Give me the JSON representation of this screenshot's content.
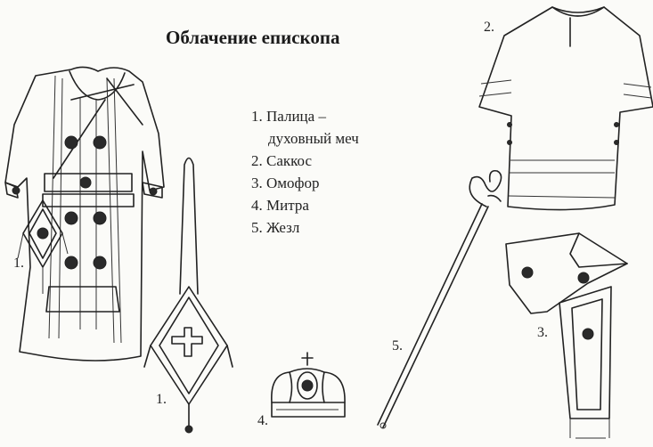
{
  "title": "Облачение епископа",
  "legend": {
    "items": [
      "1. Палица –",
      "духовный меч",
      "2. Саккос",
      "3. Омофор",
      "4. Митра",
      "5. Жезл"
    ]
  },
  "callouts": {
    "epigonation_on_robe": "1.",
    "epigonation_separate": "1.",
    "sakkos": "2.",
    "omophorion": "3.",
    "mitre": "4.",
    "crozier": "5."
  }
}
